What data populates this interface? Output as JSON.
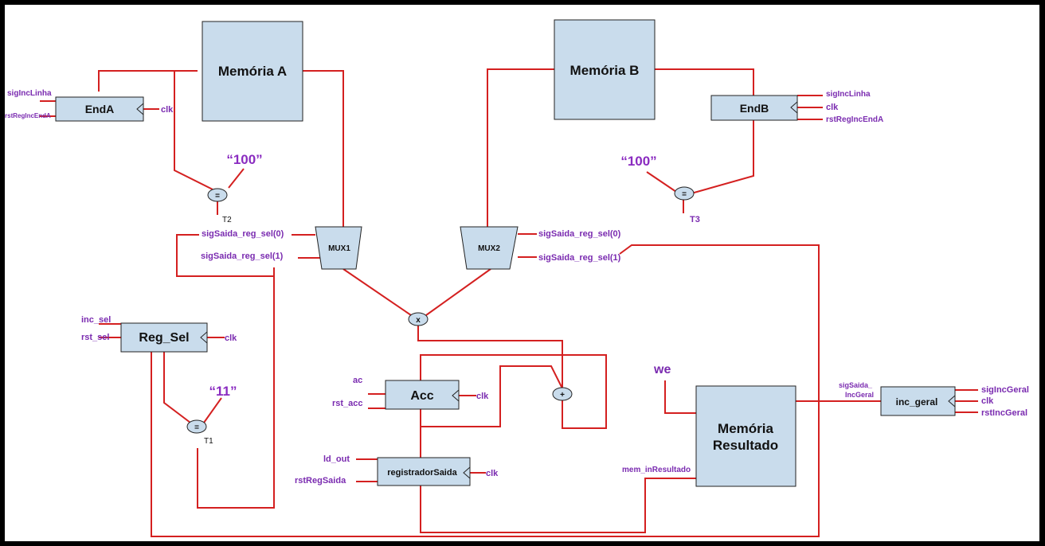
{
  "blocks": {
    "memoria_a": "Memória A",
    "memoria_b": "Memória B",
    "end_a": "EndA",
    "end_b": "EndB",
    "mux1": "MUX1",
    "mux2": "MUX2",
    "reg_sel": "Reg_Sel",
    "acc": "Acc",
    "registrador_saida": "registradorSaida",
    "memoria_resultado_1": "Memória",
    "memoria_resultado_2": "Resultado",
    "inc_geral": "inc_geral"
  },
  "operators": {
    "eq_a": "=",
    "eq_b": "=",
    "eq_sel": "=",
    "mult": "x",
    "add": "+"
  },
  "constants": {
    "c100_a": "“100”",
    "c100_b": "“100”",
    "c11": "“11”"
  },
  "tags": {
    "t2": "T2",
    "t3": "T3",
    "t1": "T1"
  },
  "signals": {
    "sigIncLinha_a": "sigIncLinha",
    "rstRegIncEndA_a": "rstRegIncEndA",
    "clk_enda": "clk",
    "sigIncLinha_b": "sigIncLinha",
    "clk_endb": "clk",
    "rstRegIncEndA_b": "rstRegIncEndA",
    "mux1_sel0": "sigSaida_reg_sel(0)",
    "mux1_sel1": "sigSaida_reg_sel(1)",
    "mux2_sel0": "sigSaida_reg_sel(0)",
    "mux2_sel1": "sigSaida_reg_sel(1)",
    "inc_sel": "inc_sel",
    "rst_sel": "rst_sel",
    "clk_regsel": "clk",
    "ac": "ac",
    "rst_acc": "rst_acc",
    "clk_acc": "clk",
    "ld_out": "ld_out",
    "rstRegSaida": "rstRegSaida",
    "clk_regsaida": "clk",
    "we": "we",
    "mem_inResultado": "mem_inResultado",
    "sigSaida_incGeral_1": "sigSaida_",
    "sigSaida_incGeral_2": "IncGeral",
    "sigIncGeral": "sigIncGeral",
    "clk_incgeral": "clk",
    "rstIncGeral": "rstIncGeral"
  },
  "colors": {
    "wire": "#d42020",
    "block_fill": "#c9dcec",
    "signal_text": "#7a2bb0"
  }
}
